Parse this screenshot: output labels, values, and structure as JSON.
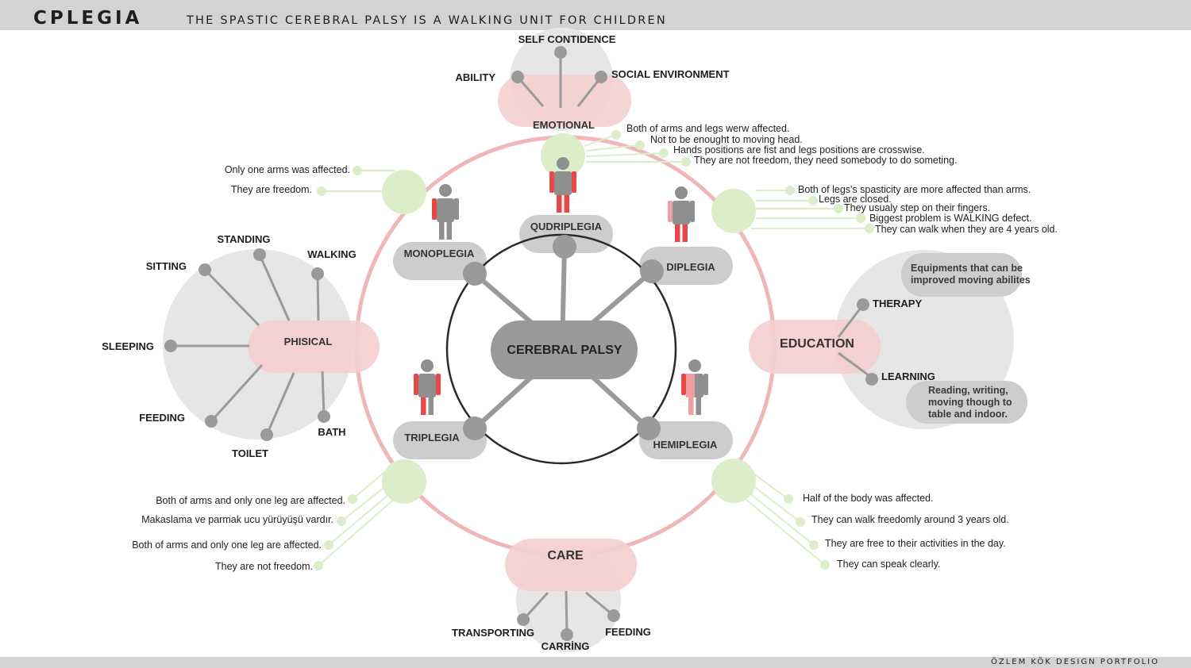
{
  "header": {
    "brand": "CPLEGIA",
    "subtitle": "THE SPASTIC CEREBRAL PALSY IS A WALKING UNIT FOR CHILDREN"
  },
  "footer": {
    "text": "ÖZLEM KÖK   DESIGN PORTFOLIO"
  },
  "colors": {
    "pink": "#f4cfcf",
    "ring": "#efb7b7",
    "grey_bubble": "#e6e6e6",
    "node_grey": "#cdcdcd",
    "dot_grey": "#9a9a9a",
    "green": "#dcedc9",
    "figure_red": "#e8474a",
    "figure_grey": "#8f8f8f"
  },
  "center": {
    "label": "CEREBRAL PALSY"
  },
  "types": {
    "qudriplegia": "QUDRIPLEGIA",
    "monoplegia": "MONOPLEGIA",
    "diplegia": "DIPLEGIA",
    "triplegia": "TRIPLEGIA",
    "hemiplegia": "HEMIPLEGIA"
  },
  "emotional": {
    "label": "EMOTIONAL",
    "self_confidence": "SELF CONTIDENCE",
    "ability": "ABILITY",
    "social_environment": "SOCIAL ENVIRONMENT"
  },
  "physical": {
    "label": "PHISICAL",
    "standing": "STANDING",
    "sitting": "SITTING",
    "walking": "WALKING",
    "sleeping": "SLEEPING",
    "feeding": "FEEDING",
    "bath": "BATH",
    "toilet": "TOILET"
  },
  "education": {
    "label": "EDUCATION",
    "therapy": "THERAPY",
    "learning": "LEARNING",
    "note_top_1": "Equipments that can be",
    "note_top_2": "improved moving abilites",
    "note_bottom_1": "Reading, writing,",
    "note_bottom_2": "moving though to",
    "note_bottom_3": "table and indoor."
  },
  "care": {
    "label": "CARE",
    "transporting": "TRANSPORTING",
    "carring": "CARRİNG",
    "feeding": "FEEDING"
  },
  "notes": {
    "qudriplegia": [
      "Both of arms and legs werw affected.",
      "Not to be enought to moving head.",
      "Hands positions are fist and legs positions are crosswise.",
      "They are not freedom, they need somebody to do someting."
    ],
    "monoplegia": [
      "Only one arms was affected.",
      "They are freedom."
    ],
    "diplegia": [
      "Both of legs's spasticity are more affected than arms.",
      "Legs are closed.",
      "They usualy step on their fingers.",
      "Biggest problem is WALKING defect.",
      "They can walk when they are 4 years old."
    ],
    "triplegia": [
      "Both of arms and only one leg are affected.",
      "Makaslama ve parmak ucu yürüyüşü vardır.",
      "Both of arms and only one leg are affected.",
      "They are not freedom."
    ],
    "hemiplegia": [
      "Half of the body was affected.",
      "They can walk freedomly around 3 years old.",
      "They are free to their activities in the day.",
      "They can speak clearly."
    ]
  }
}
